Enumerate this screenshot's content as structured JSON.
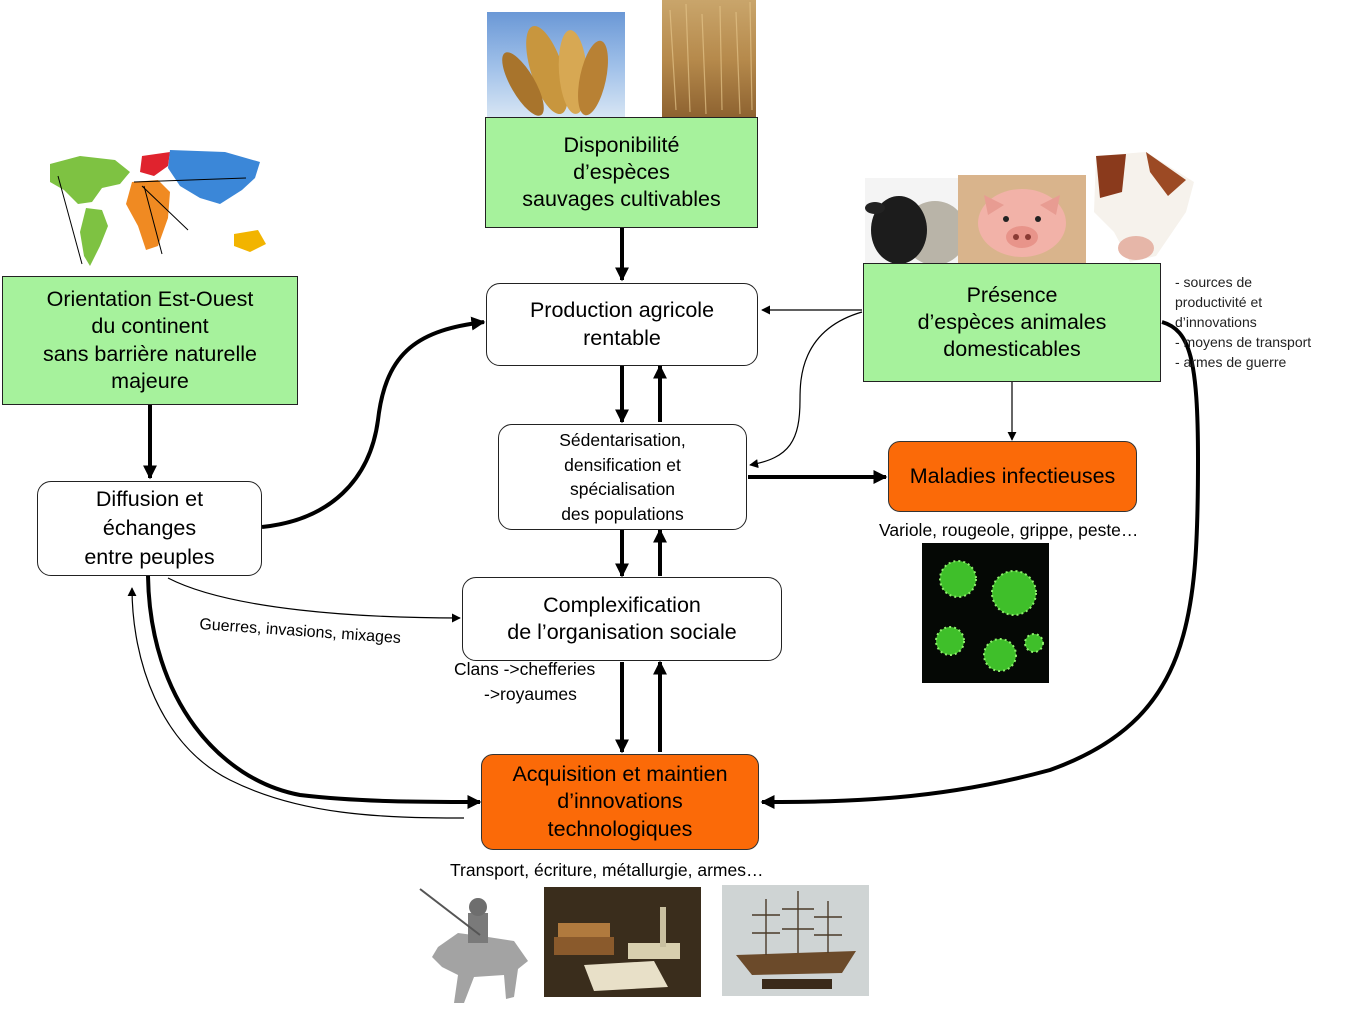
{
  "boxes": {
    "orientation": [
      "Orientation Est-Ouest",
      "du continent",
      "sans barrière naturelle",
      "majeure"
    ],
    "wild_species": [
      "Disponibilité",
      "d’espèces",
      "sauvages cultivables"
    ],
    "animals": [
      "Présence",
      "d’espèces animales",
      "domesticables"
    ],
    "agri_production": [
      "Production agricole",
      "rentable"
    ],
    "sedentarisation": [
      "Sédentarisation,",
      "densification et",
      "spécialisation",
      "des populations"
    ],
    "diseases": [
      "Maladies infectieuses"
    ],
    "diffusion": [
      "Diffusion et",
      "échanges",
      "entre peuples"
    ],
    "complexification": [
      "Complexification",
      "de l’organisation sociale"
    ],
    "innovations": [
      "Acquisition et maintien",
      "d’innovations",
      "technologiques"
    ]
  },
  "labels": {
    "diseases_examples": "Variole, rougeole, grippe, peste…",
    "wars": "Guerres, invasions, mixages",
    "clans_1": "Clans ->chefferies",
    "clans_2": "->royaumes",
    "innovation_examples": "Transport, écriture, métallurgie, armes…",
    "animal_roles": [
      "- sources de",
      "productivité et",
      "d’innovations",
      "- moyens de transport",
      "- armes de guerre"
    ]
  },
  "images": [
    "world-map",
    "wheat-closeup",
    "wheat-field",
    "sheep",
    "pig",
    "cow",
    "virus",
    "armored-knight",
    "books-still-life",
    "sailing-ship"
  ],
  "colors": {
    "green_box": "#a6f29c",
    "orange_box": "#fb6a08",
    "arrow": "#000000"
  }
}
